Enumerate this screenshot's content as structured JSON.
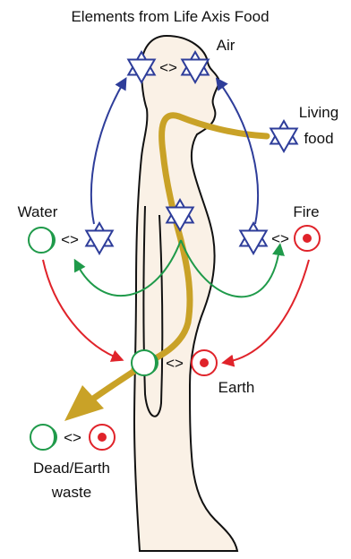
{
  "title": "Elements from Life Axis Food",
  "labels": {
    "air": "Air",
    "living_food_line1": "Living",
    "living_food_line2": "food",
    "water": "Water",
    "fire": "Fire",
    "earth": "Earth",
    "dead_waste_line1": "Dead/Earth",
    "dead_waste_line2": "waste"
  },
  "exchange_symbol": "<>",
  "colors": {
    "air": "#2e3d9a",
    "water": "#1f9a4a",
    "fire": "#e0232a",
    "food_path": "#c9a227",
    "body_fill": "#faf1e6",
    "body_outline": "#111111"
  },
  "icons": {
    "air": "star-of-david-icon",
    "water": "crescent-circle-icon",
    "fire": "dot-circle-icon"
  }
}
